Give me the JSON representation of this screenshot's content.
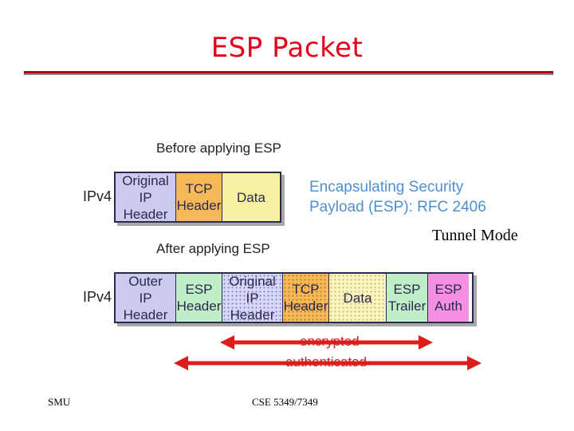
{
  "title": "ESP Packet",
  "before_label": "Before applying ESP",
  "after_label": "After applying ESP",
  "ipv4_label": "IPv4",
  "esp_title": {
    "line1": "Encapsulating Security",
    "line2": "Payload (ESP): RFC 2406"
  },
  "tunnel_mode": "Tunnel Mode",
  "before_packet": [
    {
      "line1": "Original",
      "line2": "IP Header"
    },
    {
      "line1": "TCP",
      "line2": "Header"
    },
    {
      "line1": "Data",
      "line2": ""
    }
  ],
  "after_packet": [
    {
      "line1": "Outer",
      "line2": "IP Header"
    },
    {
      "line1": "ESP",
      "line2": "Header"
    },
    {
      "line1": "Original",
      "line2": "IP Header"
    },
    {
      "line1": "TCP",
      "line2": "Header"
    },
    {
      "line1": "Data",
      "line2": ""
    },
    {
      "line1": "ESP",
      "line2": "Trailer"
    },
    {
      "line1": "ESP",
      "line2": "Auth"
    }
  ],
  "encrypted_label": "encrypted",
  "authenticated_label": "authenticated",
  "colors": {
    "title": "#e3001b",
    "arrow": "#dd1c1c",
    "esp_text": "#4f8fd0"
  },
  "footer": {
    "left": "SMU",
    "center": "CSE 5349/7349"
  }
}
